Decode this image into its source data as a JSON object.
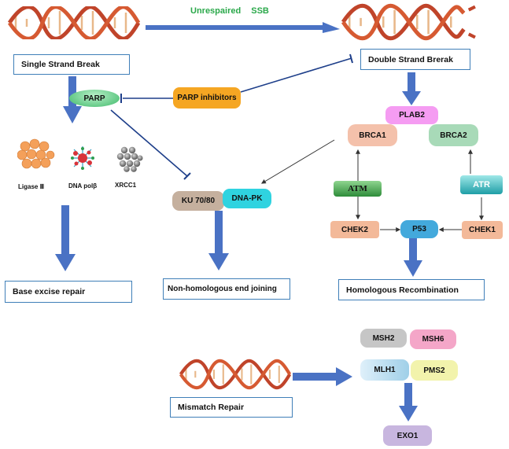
{
  "diagram": {
    "arrow_label": "Unrespaired   SSB",
    "boxes": {
      "single_strand_break": "Single  Strand  Break",
      "double_strand_break": "Double  Strand  Brerak",
      "base_excise_repair": "Base  excise  repair",
      "nhej": "Non-homologous end joining",
      "homologous_recombination": "Homologous  Recombination",
      "mismatch_repair": "Mismatch  Repair"
    },
    "proteins": {
      "parp": "PARP",
      "parp_inhibitors": "PARP  inhibitors",
      "plab2": "PLAB2",
      "brca1": "BRCA1",
      "brca2": "BRCA2",
      "atm": "ATM",
      "atr": "ATR",
      "chek2": "CHEK2",
      "chek1": "CHEK1",
      "p53": "P53",
      "ku7080": "KU 70/80",
      "dnapk": "DNA-PK",
      "msh2": "MSH2",
      "msh6": "MSH6",
      "mlh1": "MLH1",
      "pms2": "PMS2",
      "exo1": "EXO1"
    },
    "ber_factors": {
      "ligase": "Ligase Ⅲ",
      "dna_pol": "DNA polβ",
      "xrcc1": "XRCC1"
    }
  },
  "colors": {
    "flow_arrow": "#4a72c4",
    "box_border": "#3f7fb8",
    "ssb_label": "#2aa84a",
    "dna_strand": "#c0442a",
    "dna_rung": "#e8b88a",
    "parp": "#4cc77a",
    "parp_inhibitors": "#f5a623",
    "plab2": "#f59cf2",
    "brca1": "#f4c1ab",
    "brca2": "#a8dab8",
    "atm": "#45a050",
    "atr": "#36b3bb",
    "chek": "#f3b999",
    "p53": "#43a9dc",
    "ku": "#c5b09e",
    "dnapk": "#2fd3e0",
    "msh2": "#c6c6c6",
    "msh6": "#f4a6c8",
    "mlh1": "#b7dcef",
    "pms2": "#f2f3ac",
    "exo1": "#c8b6df",
    "ligase": "#f4a05a",
    "xrcc1": "#707070"
  }
}
